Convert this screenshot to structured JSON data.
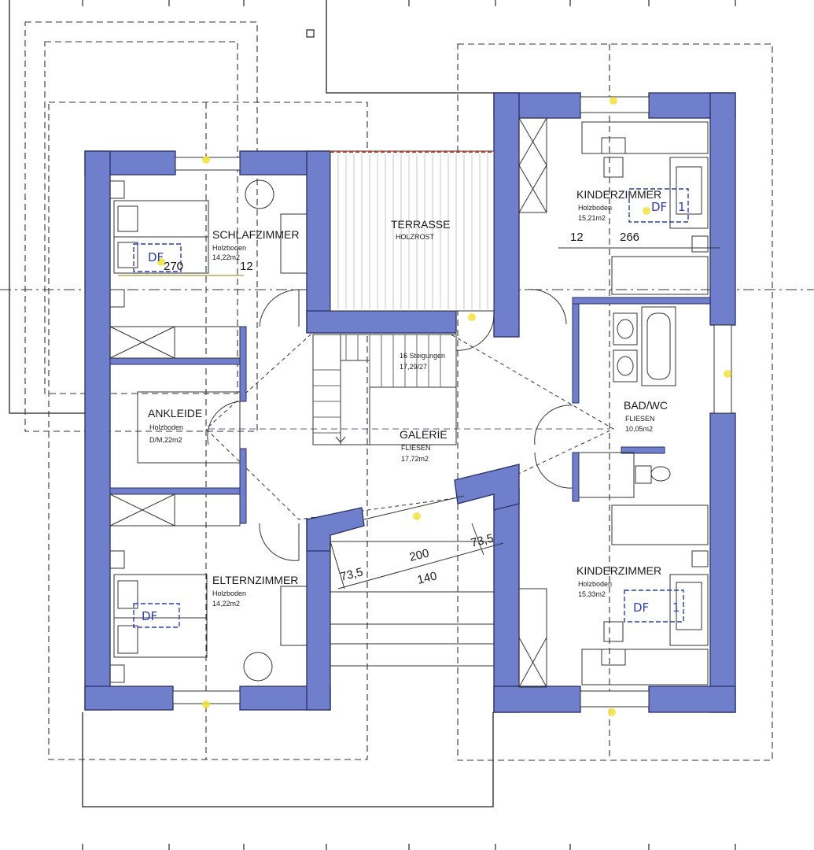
{
  "plan": {
    "rooms": [
      {
        "name": "SCHLAFZIMMER",
        "floor": "Holzboden",
        "area": "14,22m2"
      },
      {
        "name": "TERRASSE",
        "floor": "HOLZROST",
        "area": ""
      },
      {
        "name": "KINDERZIMMER",
        "floor": "Holzboden",
        "area": "15,21m2"
      },
      {
        "name": "ANKLEIDE",
        "floor": "Holzboden",
        "area": "D/M,22m2"
      },
      {
        "name": "GALERIE",
        "floor": "FLIESEN",
        "area": "17,72m2"
      },
      {
        "name": "BAD/WC",
        "floor": "FLIESEN",
        "area": "10,05m2"
      },
      {
        "name": "ELTERNZIMMER",
        "floor": "Holzboden",
        "area": "14,22m2"
      },
      {
        "name": "KINDERZIMMER",
        "floor": "Holzboden",
        "area": "15,33m2"
      }
    ],
    "stairs": {
      "steps": "16 Steigungen",
      "ratio": "17,29/27"
    },
    "dimensions": {
      "kinder1_a": "12",
      "kinder1_b": "266",
      "schlaf_a": "270",
      "schlaf_b": "12",
      "stair_200": "200",
      "stair_140": "140",
      "stair_73a": "73,5",
      "stair_73b": "73,5"
    },
    "annotations": {
      "df1": "DF",
      "df1_num": "1",
      "df2": "DF",
      "df2_num": "1",
      "df_schlaf": "DF",
      "df_eltern": "DF"
    },
    "colors": {
      "wall": "#6f7fcb",
      "wall_edge": "#2b2e66",
      "line": "#1e1e1e",
      "hand": "#2a3fb0",
      "marker": "#f2e23a",
      "terrace_edge": "#c0392b"
    }
  }
}
